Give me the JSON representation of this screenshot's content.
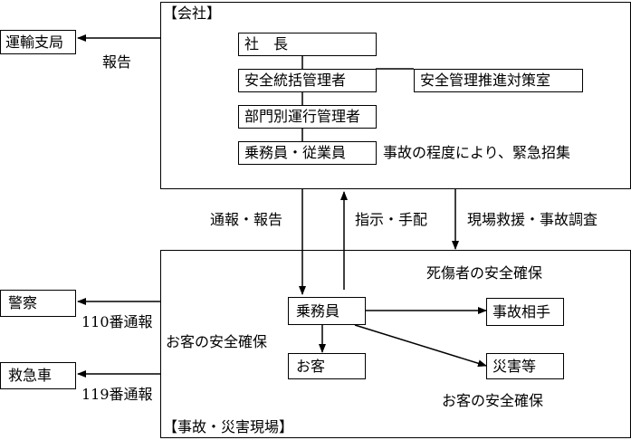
{
  "company": {
    "title": "【会社】",
    "president": "社　長",
    "safety_manager": "安全統括管理者",
    "safety_office": "安全管理推進対策室",
    "dept_manager": "部門別運行管理者",
    "crew_staff": "乗務員・従業員",
    "emergency_note": "事故の程度により、緊急招集"
  },
  "external": {
    "transport_bureau": "運輸支局",
    "report_label": "報告",
    "police": "警察",
    "police_call": "110番通報",
    "ambulance": "救急車",
    "ambulance_call": "119番通報"
  },
  "flows": {
    "notify_report": "通報・報告",
    "instructions": "指示・手配",
    "rescue_investigation": "現場救援・事故調査"
  },
  "site": {
    "title": "【事故・災害現場】",
    "crew": "乗務員",
    "other_party": "事故相手",
    "customer": "お客",
    "disaster": "災害等",
    "casualty_safety": "死傷者の安全確保",
    "customer_safety_left": "お客の安全確保",
    "customer_safety_bottom": "お客の安全確保"
  }
}
